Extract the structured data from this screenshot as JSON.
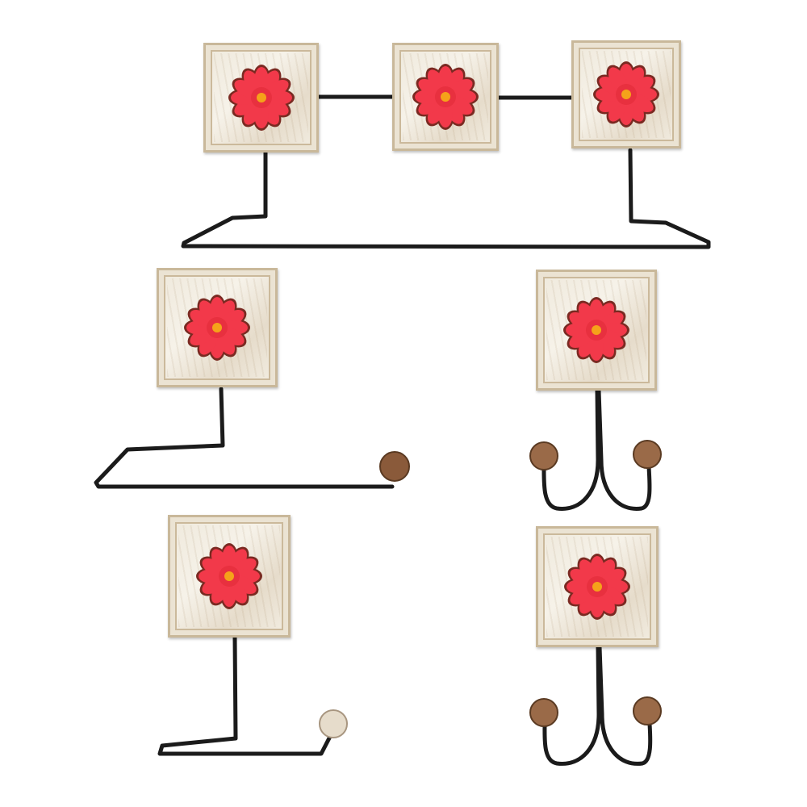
{
  "colors": {
    "background": "#ffffff",
    "wood_light": "#f2ede2",
    "wood_edge": "#c9b89a",
    "petal": "#f2394a",
    "petal_outline": "#7a2a22",
    "flower_center": "#f5a21a",
    "wire": "#1b1b1b",
    "knob_dark": "#8a5a3a",
    "knob_light": "#e6dccb"
  },
  "icons": {
    "flower": "red-daisy-flower-icon",
    "knob": "round-wooden-knob-icon"
  },
  "products": [
    {
      "name": "towel-rail-three-plates",
      "plates": 3
    },
    {
      "name": "toilet-roll-holder-long",
      "plates": 1
    },
    {
      "name": "double-robe-hook-upper",
      "plates": 1
    },
    {
      "name": "toilet-roll-holder-short",
      "plates": 1
    },
    {
      "name": "double-robe-hook-lower",
      "plates": 1
    }
  ]
}
